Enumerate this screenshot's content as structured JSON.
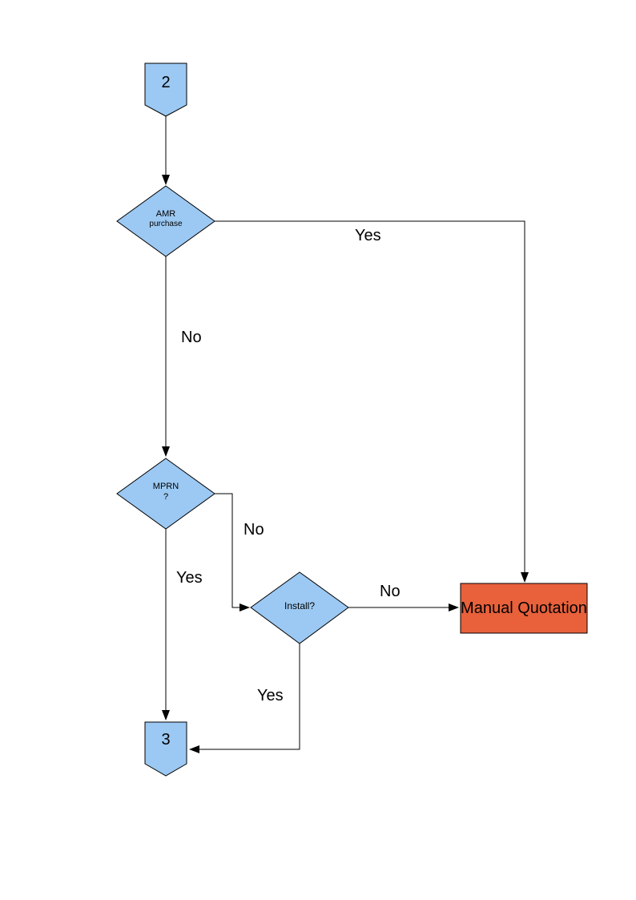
{
  "flowchart": {
    "connector_top": {
      "label": "2"
    },
    "decision_amr": {
      "line1": "AMR",
      "line2": "purchase"
    },
    "decision_mprn": {
      "line1": "MPRN",
      "line2": "?"
    },
    "decision_install": {
      "label": "Install?"
    },
    "process_manual_quotation": {
      "label": "Manual Quotation"
    },
    "connector_bottom": {
      "label": "3"
    },
    "edge_labels": {
      "amr_yes": "Yes",
      "amr_no": "No",
      "mprn_no": "No",
      "mprn_yes": "Yes",
      "install_no": "No",
      "install_yes": "Yes"
    },
    "colors": {
      "shape_fill": "#9CC9F3",
      "shape_border": "#000000",
      "manual_quotation_fill": "#E8613B",
      "line": "#000000",
      "background": "#FFFFFF"
    }
  }
}
